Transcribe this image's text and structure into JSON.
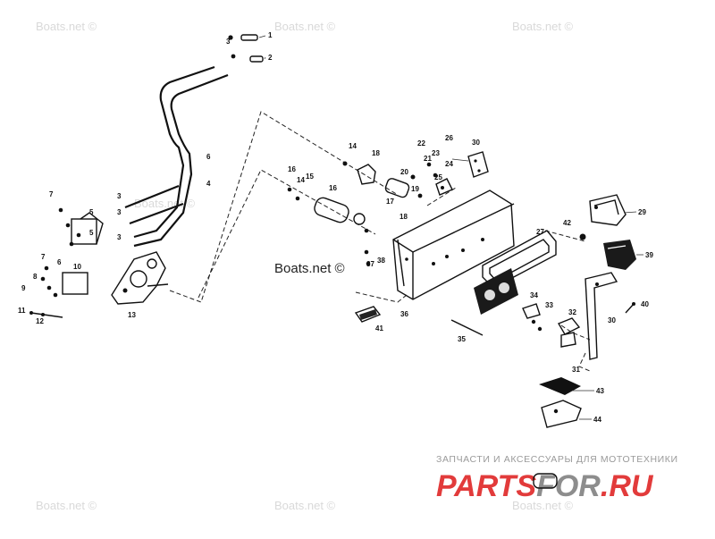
{
  "watermarks": [
    "Boats.net ©",
    "Boats.net ©",
    "Boats.net ©",
    "Boats.net ©",
    "Boats.net ©",
    "Boats.net ©",
    "Boats.net ©"
  ],
  "center_watermark": "Boats.net ©",
  "shop_banner": {
    "subtitle": "ЗАПЧАСТИ И АКСЕССУАРЫ ДЛЯ МОТОТЕХНИКИ",
    "brand_part1": "PARTS",
    "brand_part2": "FOR",
    "brand_part3": ".RU",
    "brand_red": "#e23b3b",
    "brand_grey": "#8d8d8d"
  },
  "callouts": [
    "1",
    "2",
    "3",
    "3",
    "3",
    "3",
    "4",
    "5",
    "5",
    "6",
    "6",
    "7",
    "7",
    "8",
    "9",
    "10",
    "11",
    "12",
    "13",
    "14",
    "14",
    "15",
    "16",
    "16",
    "17",
    "18",
    "18",
    "19",
    "20",
    "21",
    "22",
    "23",
    "24",
    "25",
    "26",
    "27",
    "29",
    "30",
    "30",
    "31",
    "32",
    "33",
    "34",
    "35",
    "36",
    "37",
    "38",
    "39",
    "40",
    "41",
    "42",
    "43",
    "44"
  ]
}
